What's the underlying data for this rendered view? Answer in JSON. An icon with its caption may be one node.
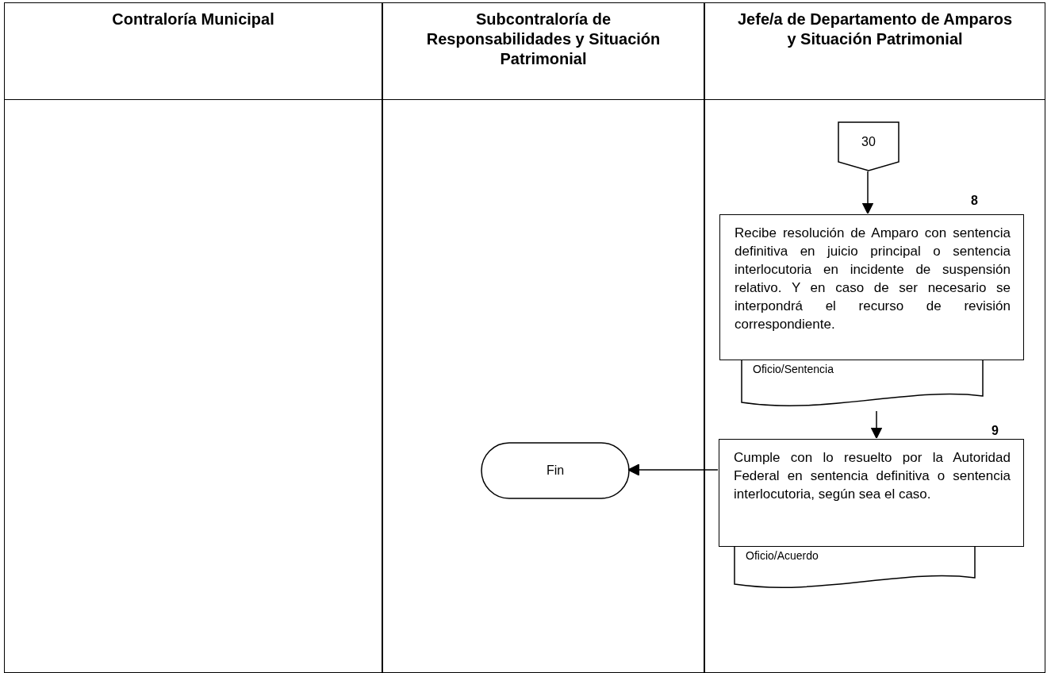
{
  "diagram": {
    "nodes": [
      {
        "text": [
          "Contraloría Municipal"
        ]
      },
      {
        "text": [
          "Subcontraloría de Responsabilidades y Situación Patrimonial"
        ]
      },
      {
        "text": [
          "Jefe/a de Departamento de Amparos y Situación Patrimonial"
        ]
      },
      {
        "text": [
          "30"
        ],
        "in": 2
      },
      {
        "text": [
          "Recibe resolución de Amparo con sentencia definitiva en juicio principal o sentencia interlocutoria en incidente de suspensión relativo. Y en caso de ser necesario se interpondrá el recurso de revisión correspondiente."
        ],
        "in": 2,
        "beside": [
          "8"
        ]
      },
      {
        "text": [
          "Oficio/Sentencia"
        ],
        "in": 2
      },
      {
        "text": [
          "Cumple con lo resuelto por la Autoridad Federal en sentencia definitiva o sentencia interlocutoria, según sea el caso."
        ],
        "in": 2,
        "beside": [
          "9"
        ]
      },
      {
        "text": [
          "Oficio/Acuerdo"
        ],
        "in": 2
      },
      {
        "text": [
          "Fin"
        ],
        "in": 1
      }
    ],
    "edges": [
      {
        "from": 3,
        "to": 4,
        "arrow": "to"
      },
      {
        "from": 5,
        "to": 6,
        "arrow": "to"
      },
      {
        "from": 6,
        "to": 8,
        "arrow": "to"
      }
    ]
  }
}
